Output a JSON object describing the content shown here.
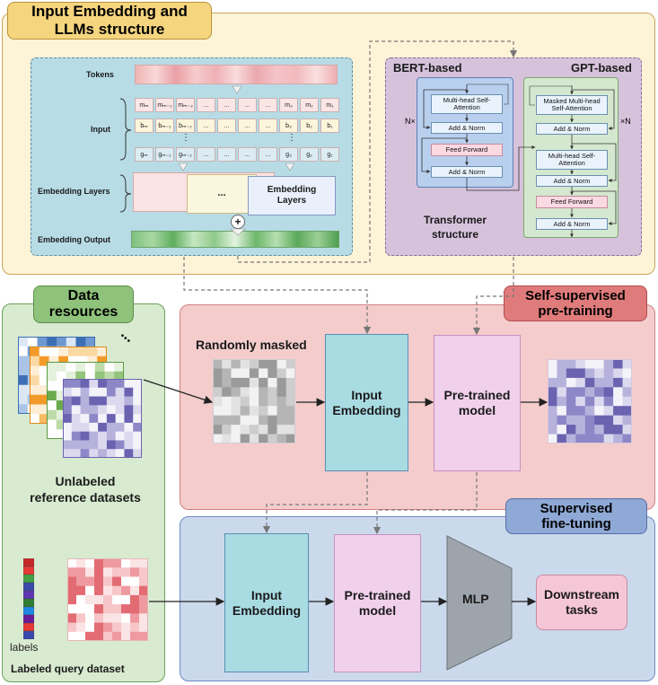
{
  "top": {
    "title_line1": "Input Embedding and",
    "title_line2": "LLMs structure",
    "tokens_label": "Tokens",
    "input_label": "Input",
    "embedding_layers_label": "Embedding Layers",
    "embedding_output_label": "Embedding Output",
    "ellipsis": "...",
    "embedding_layers_box_line1": "Embedding",
    "embedding_layers_box_line2": "Layers",
    "plus": "+",
    "row_m": [
      "mₘ",
      "mₘ₋₁",
      "mₘ₋₂",
      "...",
      "...",
      "...",
      "...",
      "m₃",
      "m₂",
      "m₁"
    ],
    "row_b": [
      "bₘ",
      "bₘ₋₁",
      "bₘ₋₂",
      "...",
      "...",
      "...",
      "...",
      "b₃",
      "b₂",
      "b₁"
    ],
    "row_g": [
      "gₘ",
      "gₘ₋₁",
      "gₘ₋₂",
      "...",
      "...",
      "...",
      "...",
      "g₃",
      "g₂",
      "g₁"
    ],
    "vdots": "⋮"
  },
  "transformer": {
    "bert_label": "BERT-based",
    "gpt_label": "GPT-based",
    "bert_mha": "Multi-head Self-Attention",
    "bert_addnorm1": "Add & Norm",
    "bert_ff": "Feed Forward",
    "bert_addnorm2": "Add & Norm",
    "gpt_masked": "Masked Multi-head Self-Attention",
    "gpt_addnorm1": "Add & Norm",
    "gpt_mha": "Multi-head Self-Attention",
    "gpt_addnorm2": "Add & Norm",
    "gpt_ff": "Feed Forward",
    "gpt_addnorm3": "Add & Norm",
    "nx_left": "N×",
    "nx_right": "×N",
    "structure_line1": "Transformer",
    "structure_line2": "structure"
  },
  "data_resources": {
    "title_line1": "Data",
    "title_line2": "resources",
    "unlabeled_line1": "Unlabeled",
    "unlabeled_line2": "reference datasets",
    "labels": "labels",
    "labeled_query": "Labeled query dataset",
    "dots": "•••"
  },
  "pretraining": {
    "title_line1": "Self-supervised",
    "title_line2": "pre-training",
    "randomly_masked": "Randomly masked",
    "input_embedding_line1": "Input",
    "input_embedding_line2": "Embedding",
    "pretrained_line1": "Pre-trained",
    "pretrained_line2": "model"
  },
  "finetuning": {
    "title_line1": "Supervised",
    "title_line2": "fine-tuning",
    "input_embedding_line1": "Input",
    "input_embedding_line2": "Embedding",
    "pretrained_line1": "Pre-trained",
    "pretrained_line2": "model",
    "mlp": "MLP",
    "downstream_line1": "Downstream",
    "downstream_line2": "tasks"
  },
  "colors": {
    "top_panel": "#fdf3d6",
    "top_title": "#f6d57f",
    "embed_panel": "#b7dce6",
    "transformer_panel": "#d7c2dc",
    "data_panel": "#d8ead0",
    "data_title": "#8fc27a",
    "pretrain_panel": "#f4cccc",
    "pretrain_title": "#e07b7b",
    "finetune_panel": "#cbd9ec",
    "finetune_title": "#8fa9d6",
    "input_embedding_box": "#a9dbe3",
    "pretrained_box": "#f1d0ec",
    "mlp": "#9da4ab",
    "downstream": "#f5c6d6"
  }
}
